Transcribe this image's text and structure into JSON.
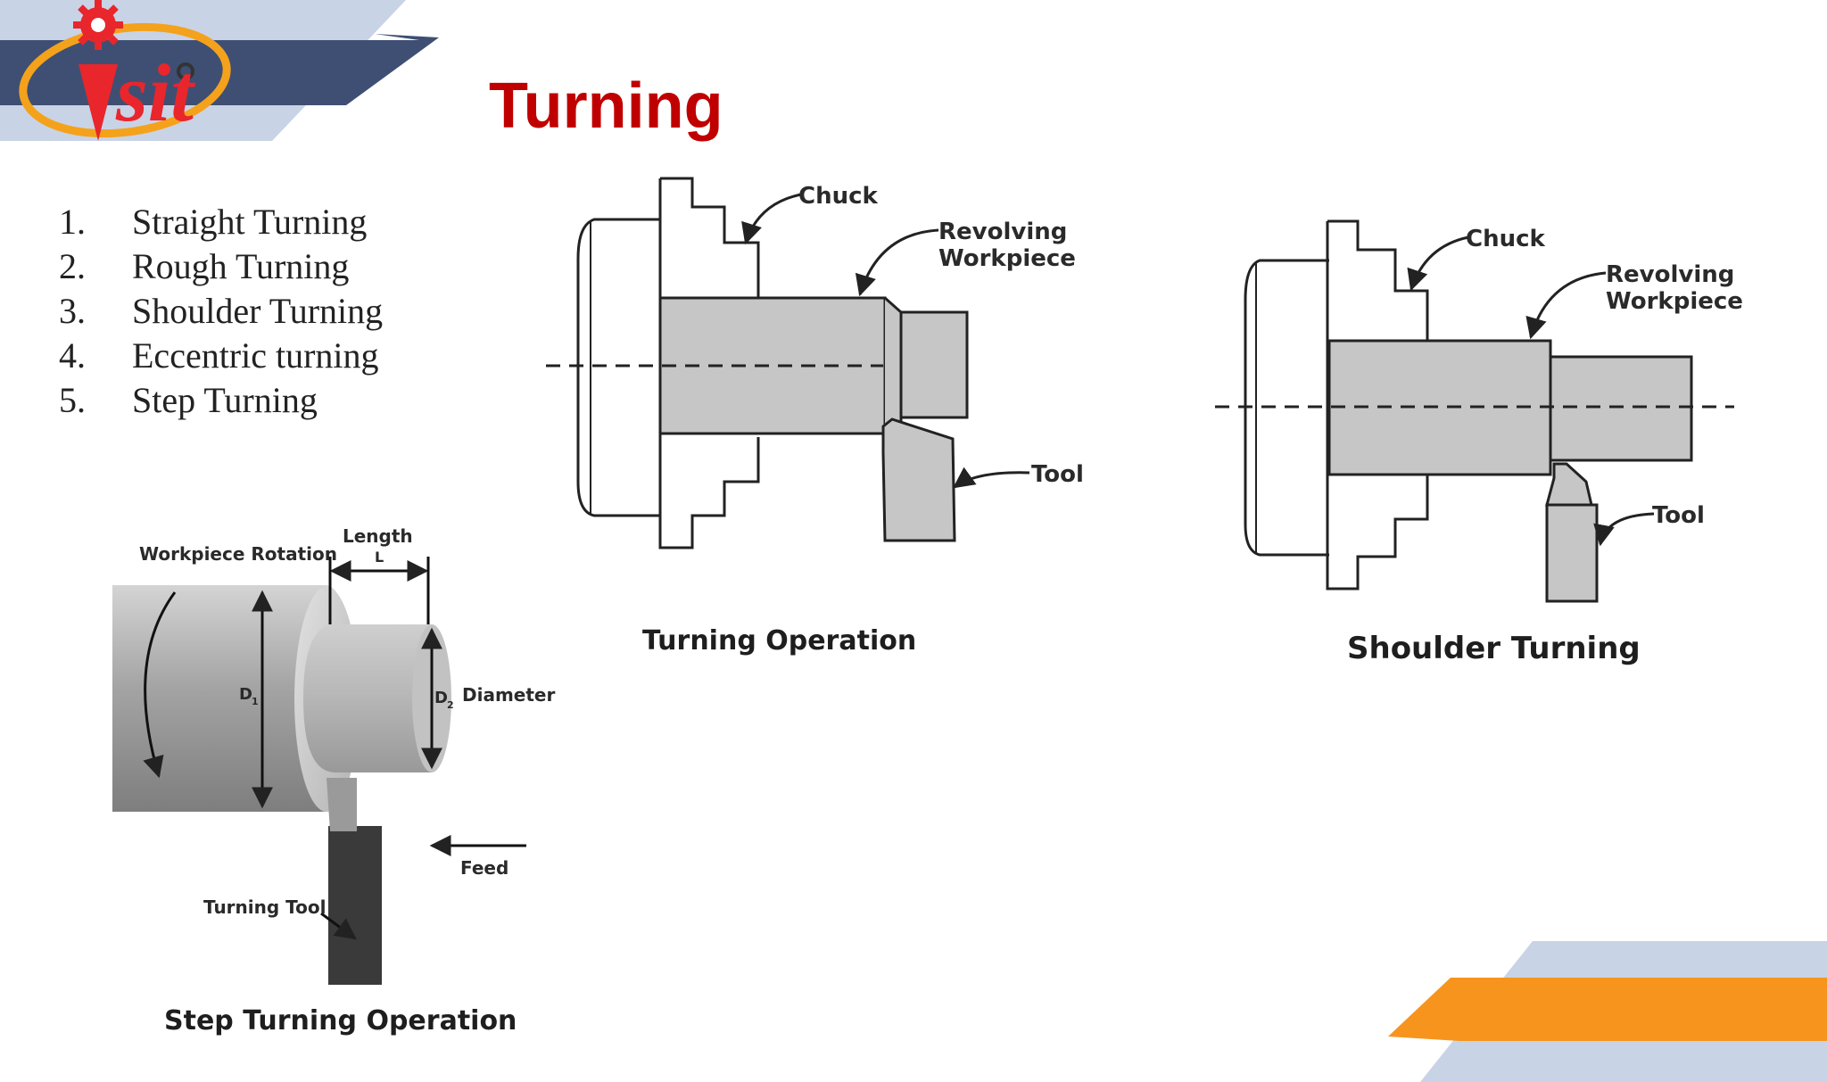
{
  "slide": {
    "title": "Turning",
    "list": [
      {
        "num": "1.",
        "text": "Straight Turning"
      },
      {
        "num": "2.",
        "text": "Rough Turning"
      },
      {
        "num": "3.",
        "text": "Shoulder Turning"
      },
      {
        "num": "4.",
        "text": "Eccentric turning"
      },
      {
        "num": "5.",
        "text": "Step Turning"
      }
    ]
  },
  "logo": {
    "text": "sit",
    "letter_i": "i"
  },
  "colors": {
    "title": "#c00000",
    "navy_banner": "#3e4f73",
    "light_banner": "#c9d3e6",
    "orange_banner": "#f7941d",
    "logo_red": "#e8262c",
    "logo_orange": "#f4a21b",
    "metal_gray": "#c6c6c6"
  },
  "diagram_turning": {
    "chuck": "Chuck",
    "workpiece_line1": "Revolving",
    "workpiece_line2": "Workpiece",
    "tool": "Tool",
    "caption": "Turning Operation"
  },
  "diagram_shoulder": {
    "chuck": "Chuck",
    "workpiece_line1": "Revolving",
    "workpiece_line2": "Workpiece",
    "tool": "Tool",
    "caption": "Shoulder Turning"
  },
  "diagram_step": {
    "rotation": "Workpiece Rotation",
    "length": "Length",
    "length_symbol": "L",
    "d1": "D",
    "d1_sub": "1",
    "d2": "D",
    "d2_sub": "2",
    "diameter": "Diameter",
    "feed": "Feed",
    "tool": "Turning Tool",
    "caption": "Step Turning Operation"
  }
}
